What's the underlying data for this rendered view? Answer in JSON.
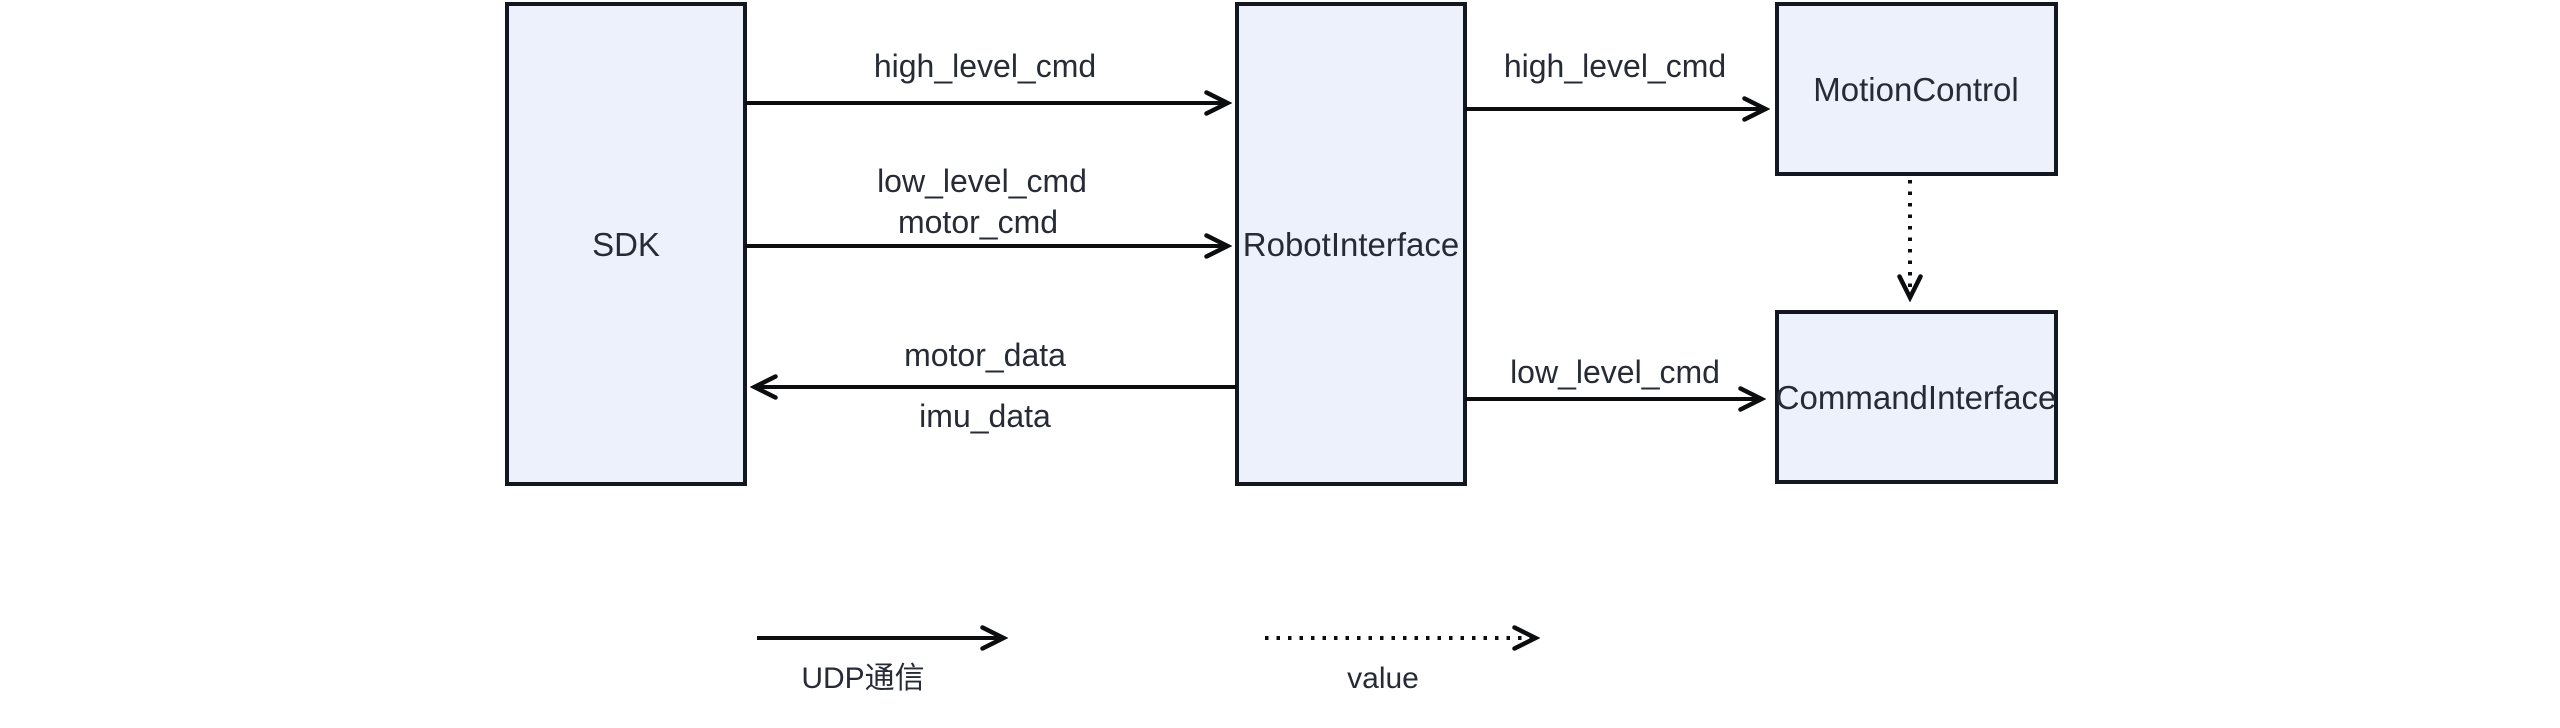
{
  "colors": {
    "background": "#ffffff",
    "node_fill": "#edf1fb",
    "node_border": "#131720",
    "node_text": "#262b36",
    "label_text": "#262b36",
    "arrow": "#0c0d0f"
  },
  "nodes": [
    {
      "id": "sdk",
      "label": "SDK"
    },
    {
      "id": "robot-interface",
      "label": "RobotInterface"
    },
    {
      "id": "motion-control",
      "label": "MotionControl"
    },
    {
      "id": "command-interface",
      "label": "CommandInterface"
    }
  ],
  "edges": [
    {
      "from": "SDK",
      "to": "RobotInterface",
      "style": "solid",
      "label_lines": [
        "high_level_cmd"
      ]
    },
    {
      "from": "SDK",
      "to": "RobotInterface",
      "style": "solid",
      "label_lines": [
        "low_level_cmd",
        "motor_cmd"
      ]
    },
    {
      "from": "RobotInterface",
      "to": "SDK",
      "style": "solid",
      "label_lines": [
        "motor_data",
        "imu_data"
      ]
    },
    {
      "from": "RobotInterface",
      "to": "MotionControl",
      "style": "solid",
      "label_lines": [
        "high_level_cmd"
      ]
    },
    {
      "from": "RobotInterface",
      "to": "CommandInterface",
      "style": "solid",
      "label_lines": [
        "low_level_cmd"
      ]
    },
    {
      "from": "MotionControl",
      "to": "CommandInterface",
      "style": "dotted",
      "label_lines": []
    }
  ],
  "legend": {
    "solid": {
      "label": "UDP通信"
    },
    "dotted": {
      "label": "value"
    }
  }
}
